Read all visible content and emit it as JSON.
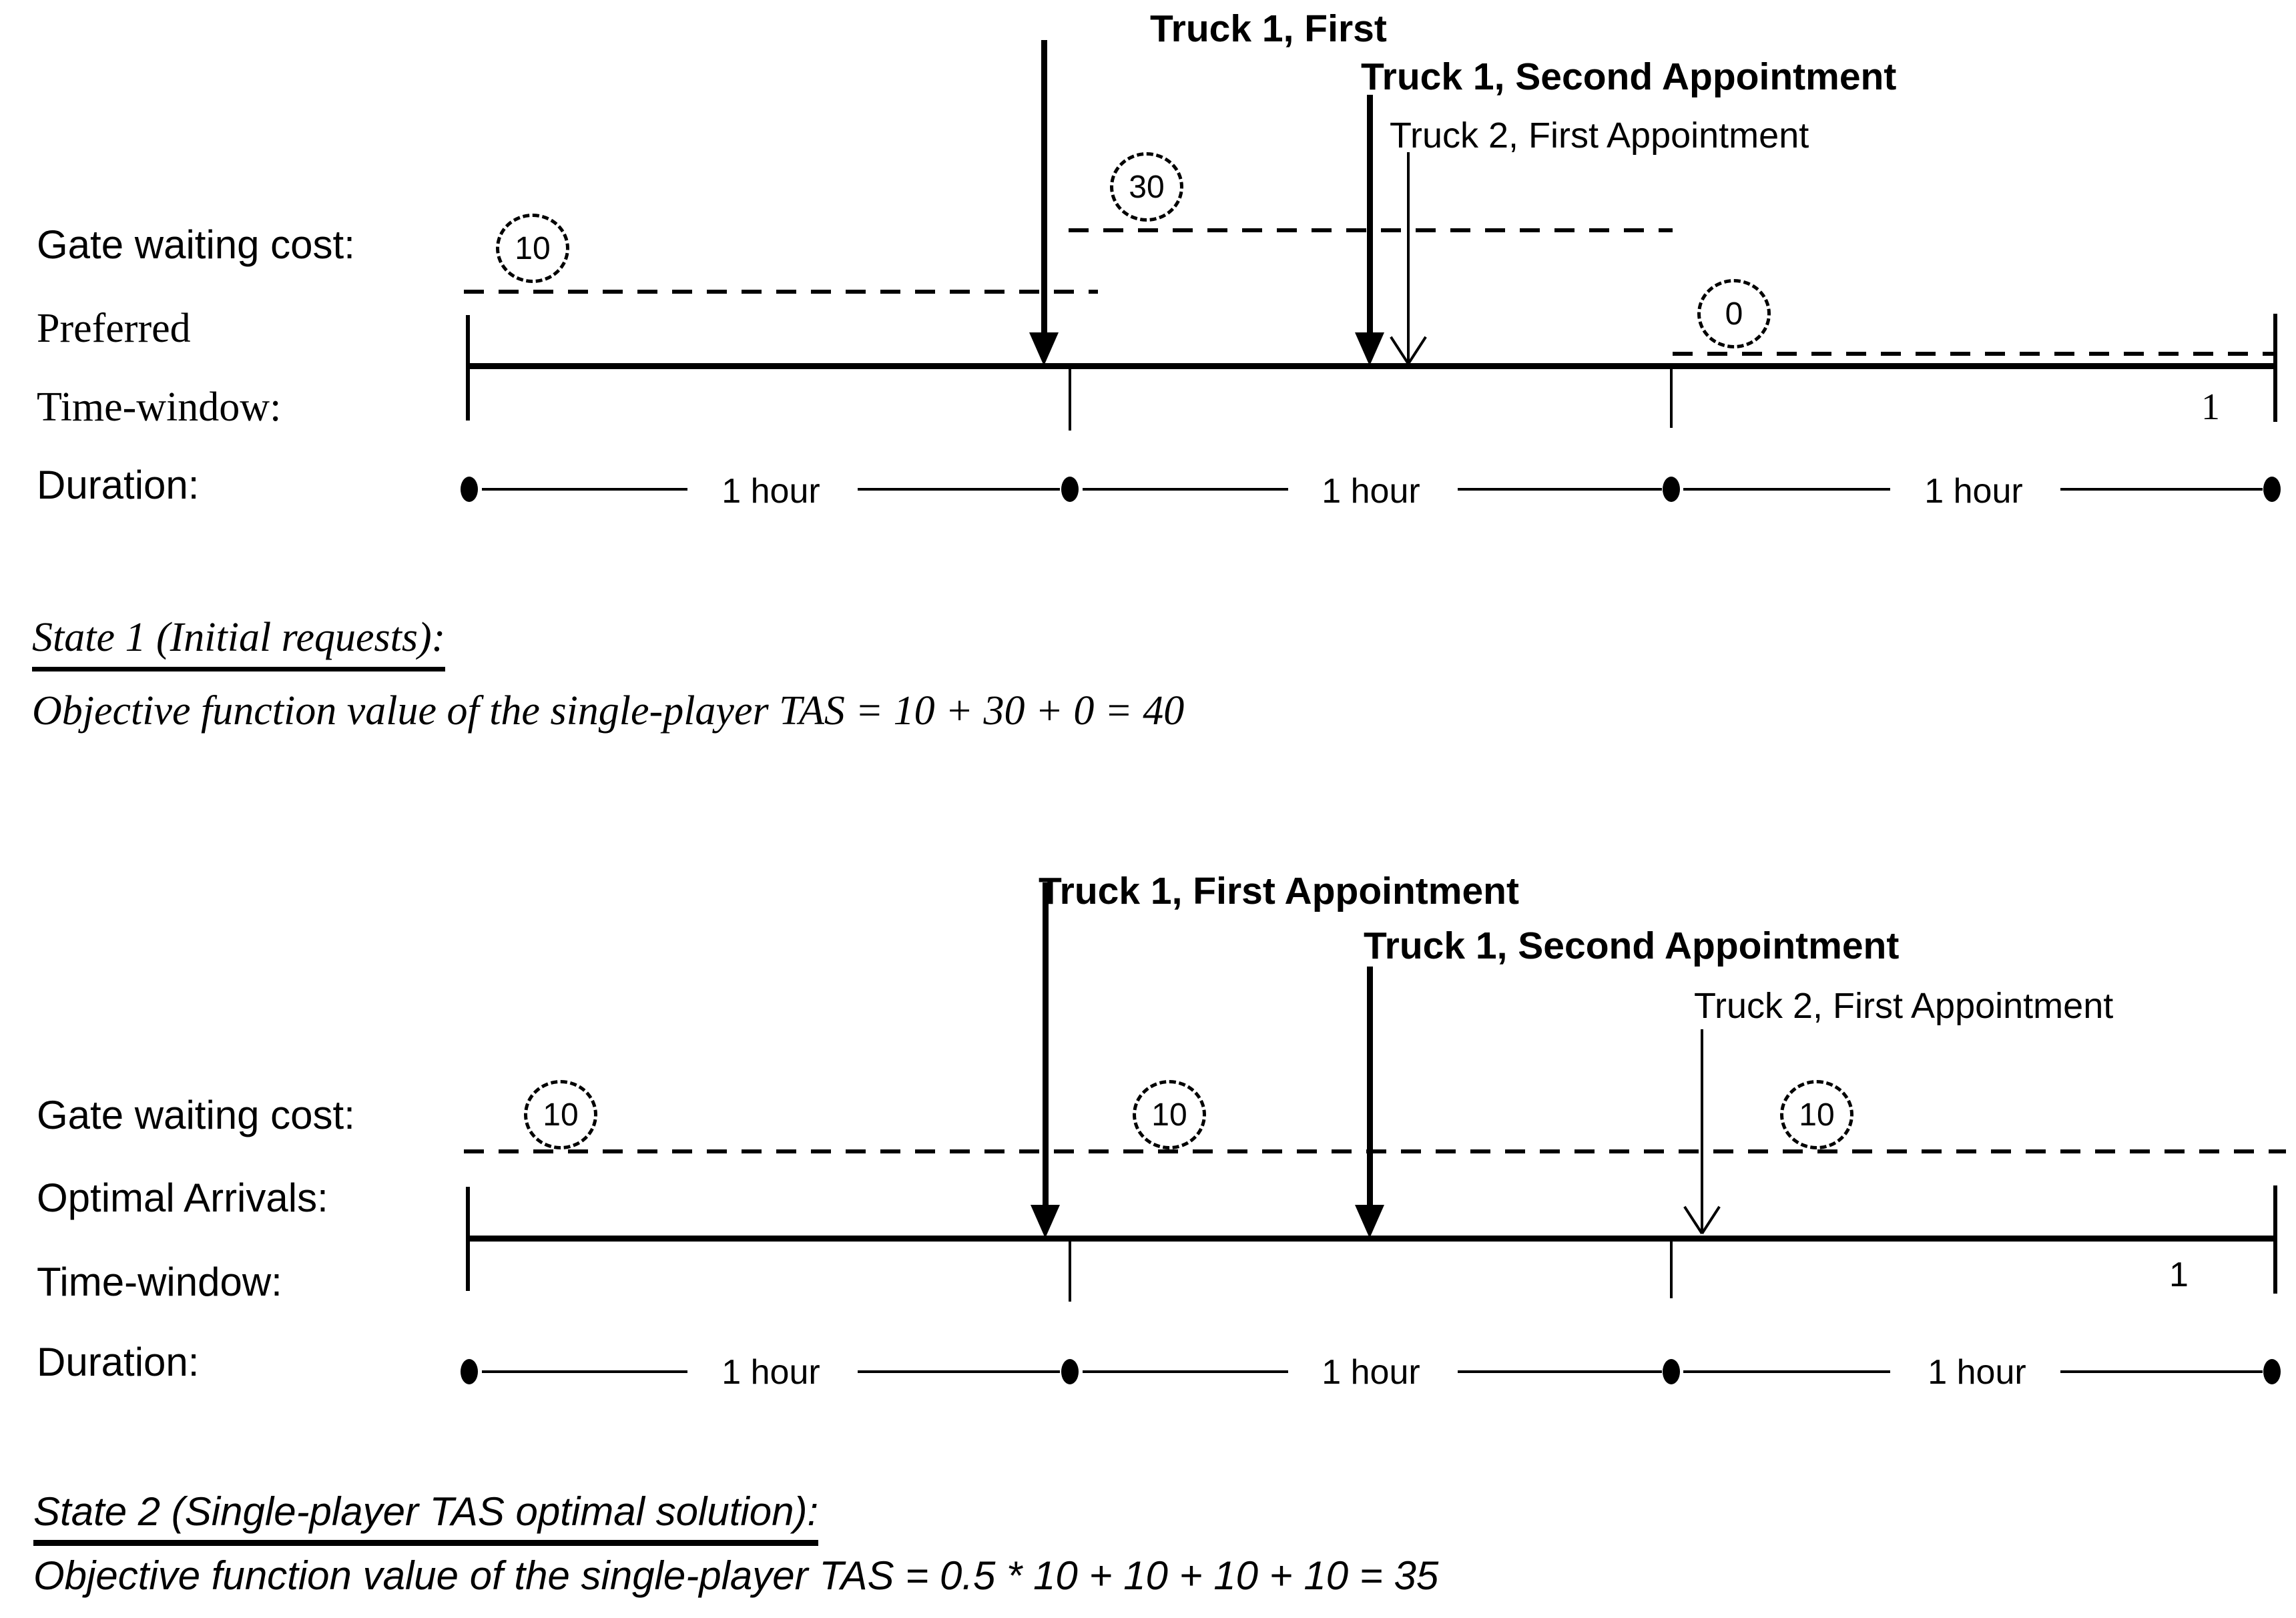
{
  "diagram1": {
    "row_labels": {
      "cost": "Gate waiting cost:",
      "axis_line1": "Preferred",
      "axis_line2": "Time-window:",
      "duration": "Duration:"
    },
    "trucks": [
      {
        "label": "Truck 1, First"
      },
      {
        "label": "Truck 1, Second Appointment"
      },
      {
        "label": "Truck 2, First Appointment"
      }
    ],
    "costs": [
      "10",
      "30",
      "0"
    ],
    "hours": [
      "1 hour",
      "1 hour",
      "1 hour"
    ],
    "end_label": "1"
  },
  "state1": {
    "title": "State 1 (Initial requests):",
    "objective": "Objective function value of the single-player TAS = 10 + 30 + 0 = 40"
  },
  "diagram2": {
    "row_labels": {
      "cost": "Gate waiting cost:",
      "axis_line1": "Optimal Arrivals:",
      "axis_line2": "Time-window:",
      "duration": "Duration:"
    },
    "trucks": [
      {
        "label": "Truck 1, First Appointment"
      },
      {
        "label": "Truck 1, Second Appointment"
      },
      {
        "label": "Truck 2, First Appointment"
      }
    ],
    "costs": [
      "10",
      "10",
      "10"
    ],
    "hours": [
      "1 hour",
      "1 hour",
      "1 hour"
    ],
    "end_label": "1"
  },
  "state2": {
    "title": "State 2 (Single-player TAS optimal solution):",
    "objective": "Objective function value of the single-player TAS = 0.5 * 10 + 10 + 10 + 10 = 35"
  }
}
